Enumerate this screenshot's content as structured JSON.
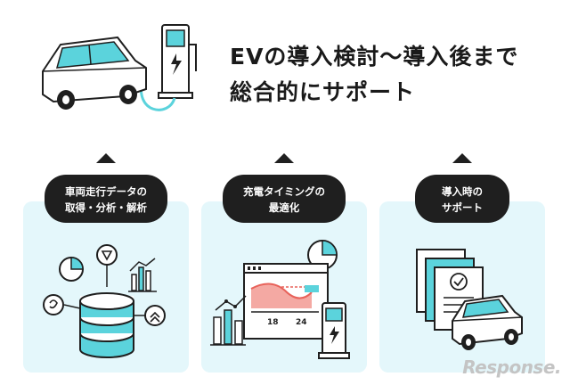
{
  "headline": {
    "line1": "EVの導入検討〜導入後まで",
    "line2": "総合的にサポート"
  },
  "cards": [
    {
      "line1": "車両走行データの",
      "line2": "取得・分析・解析"
    },
    {
      "line1": "充電タイミングの",
      "line2": "最適化"
    },
    {
      "line1": "導入時の",
      "line2": "サポート"
    }
  ],
  "chart_axis": {
    "tick1": "18",
    "tick2": "24"
  },
  "watermark": "Response.",
  "colors": {
    "accent": "#5bd3dc",
    "panel": "#e4f7fb",
    "dark": "#1f1f1f",
    "chart_red": "#e8625a"
  }
}
